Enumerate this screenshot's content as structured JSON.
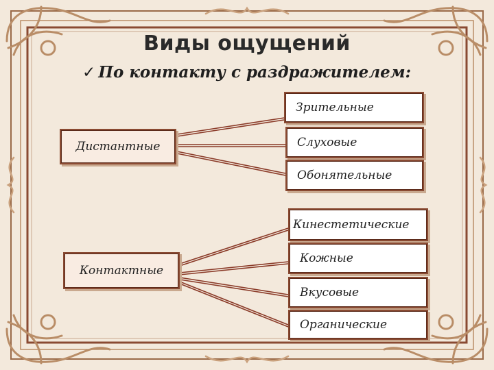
{
  "title": "Виды ощущений",
  "subtitle": "По контакту с раздражителем:",
  "check_mark": "✓",
  "colors": {
    "background": "#f3e9dc",
    "frame": "#8a4a32",
    "ornament": "#b98d67",
    "lines": "#8a3a28"
  },
  "groups": [
    {
      "label": "Дистантные",
      "children": [
        "Зрительные",
        "Слуховые",
        "Обонятельные"
      ]
    },
    {
      "label": "Контактные",
      "children": [
        "Кинестетические",
        "Кожные",
        "Вкусовые",
        "Органические"
      ]
    }
  ]
}
